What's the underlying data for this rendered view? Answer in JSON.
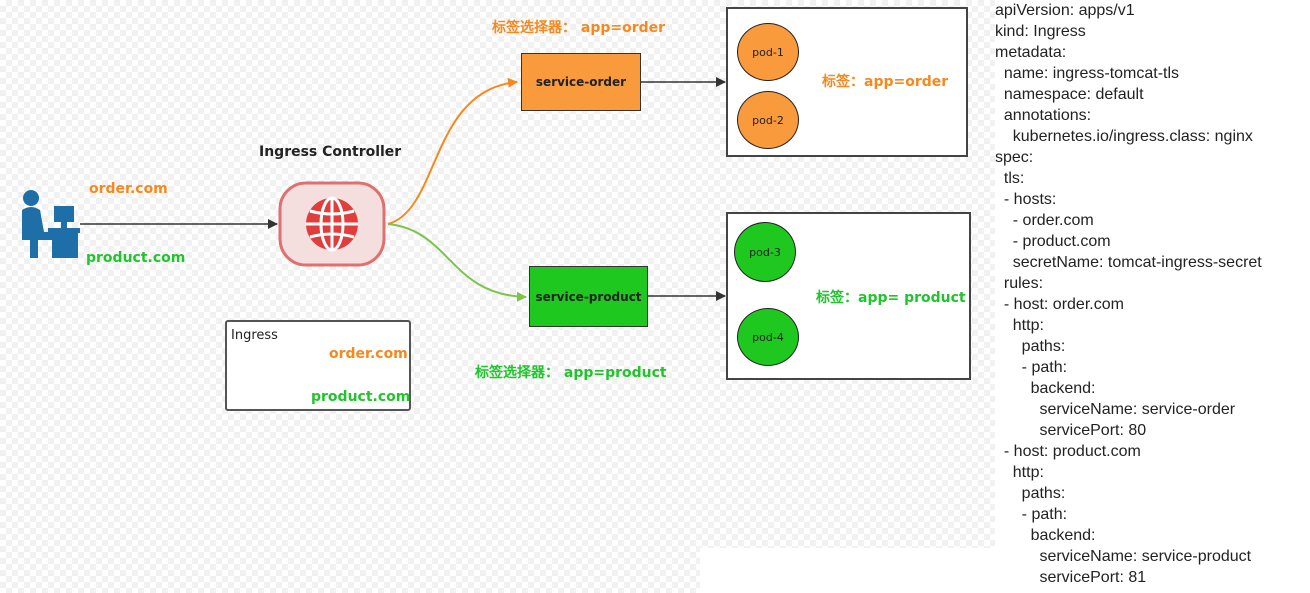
{
  "colors": {
    "orange": "#f5891f",
    "green": "#22c42d",
    "orange_fill": "#f99a3c",
    "green_fill": "#1ec81e",
    "ingress_border": "#e07070",
    "globe_red": "#e23d3d",
    "user_blue": "#1e6fa8"
  },
  "client": {
    "icon": "user-at-computer-icon",
    "host_order": "order.com",
    "host_product": "product.com"
  },
  "ingress_controller": {
    "title": "Ingress Controller",
    "icon": "globe-icon"
  },
  "services": {
    "order": {
      "label": "service-order",
      "selector": "标签选择器： app=order"
    },
    "product": {
      "label": "service-product",
      "selector": "标签选择器： app=product"
    }
  },
  "pod_groups": {
    "order": {
      "pods": [
        "pod-1",
        "pod-2"
      ],
      "label": "标签：app=order"
    },
    "product": {
      "pods": [
        "pod-3",
        "pod-4"
      ],
      "label": "标签：app= product"
    }
  },
  "ingress_box": {
    "title": "Ingress",
    "host_order": "order.com",
    "host_product": "product.com"
  },
  "yaml_lines": [
    "apiVersion: apps/v1",
    "kind: Ingress",
    "metadata:",
    "  name: ingress-tomcat-tls",
    "  namespace: default",
    "  annotations:",
    "    kubernetes.io/ingress.class: nginx",
    "spec:",
    "  tls:",
    "  - hosts:",
    "    - order.com",
    "    - product.com",
    "    secretName: tomcat-ingress-secret",
    "  rules:",
    "  - host: order.com",
    "    http:",
    "      paths:",
    "      - path:",
    "        backend:",
    "          serviceName: service-order",
    "          servicePort: 80",
    "  - host: product.com",
    "    http:",
    "      paths:",
    "      - path:",
    "        backend:",
    "          serviceName: service-product",
    "          servicePort: 81"
  ]
}
